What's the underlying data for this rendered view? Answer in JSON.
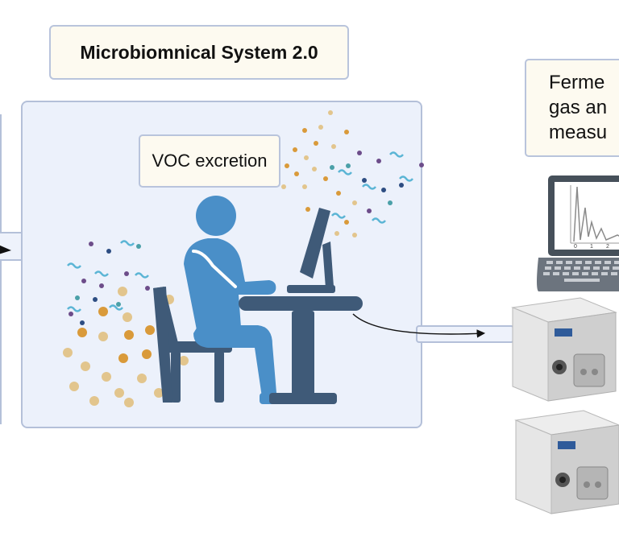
{
  "title": "Microbiomnical System 2.0",
  "voc_label": "VOC excretion",
  "fermentation_label": {
    "line1": "Ferme",
    "line2": "gas an",
    "line3": "measu"
  },
  "laptop_chart_ticks": [
    "0",
    "1",
    "2"
  ],
  "colors": {
    "room_fill": "#ecf1fb",
    "box_fill": "#fdfaf0",
    "box_border": "#b9c4dc",
    "person": "#4a8fc8",
    "furniture": "#3f5a78",
    "particle_orange": "#d99a3a",
    "particle_tan": "#e2c58d",
    "particle_purple": "#6d4d8a",
    "particle_teal": "#4ba0a8",
    "squiggle": "#5bb5d5"
  }
}
